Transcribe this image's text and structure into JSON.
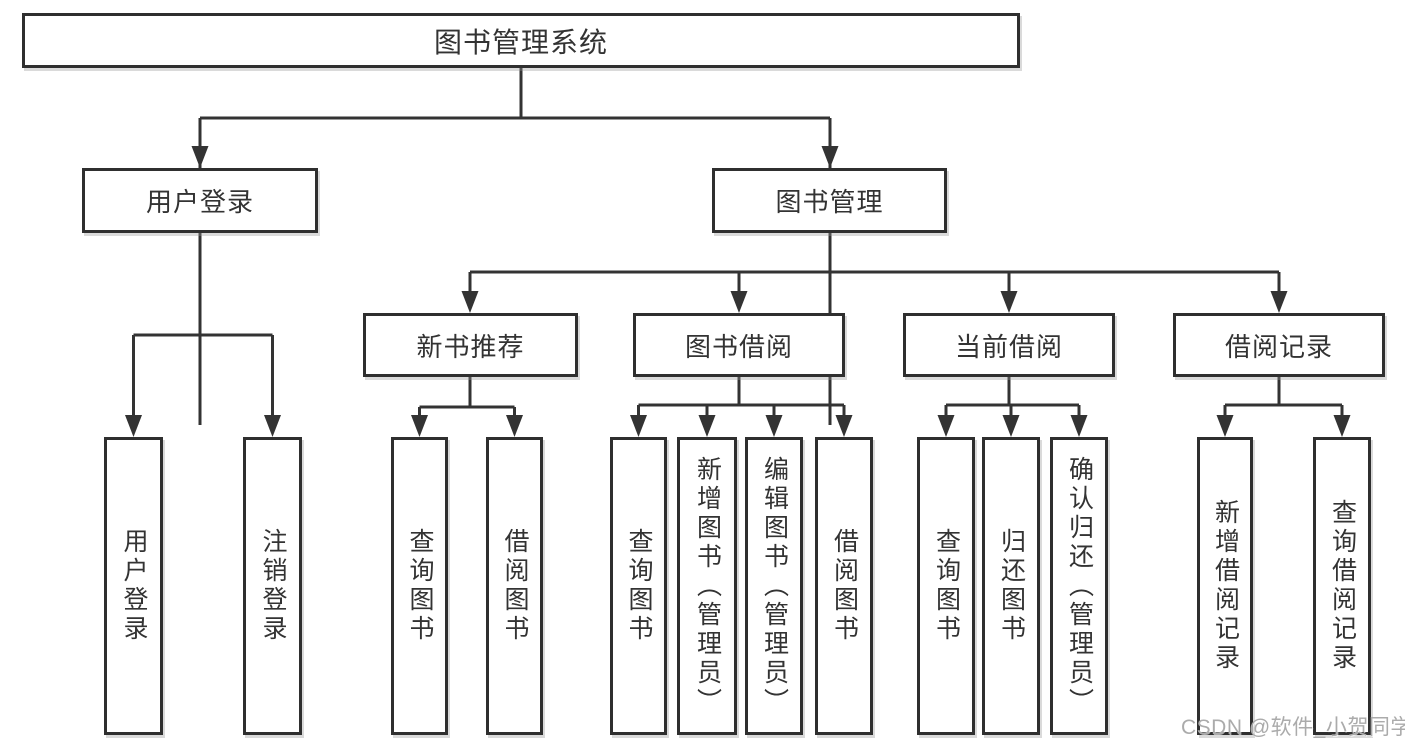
{
  "diagram": {
    "root": {
      "label": "图书管理系统"
    },
    "level1": [
      {
        "label": "用户登录"
      },
      {
        "label": "图书管理"
      }
    ],
    "level2": [
      {
        "label": "新书推荐",
        "parent": "图书管理"
      },
      {
        "label": "图书借阅",
        "parent": "图书管理"
      },
      {
        "label": "当前借阅",
        "parent": "图书管理"
      },
      {
        "label": "借阅记录",
        "parent": "图书管理"
      }
    ],
    "leaves": [
      {
        "label": "用户登录",
        "parent": "用户登录"
      },
      {
        "label": "注销登录",
        "parent": "用户登录"
      },
      {
        "label": "查询图书",
        "parent": "新书推荐"
      },
      {
        "label": "借阅图书",
        "parent": "新书推荐"
      },
      {
        "label": "查询图书",
        "parent": "图书借阅"
      },
      {
        "label": "新增图书（管理员）",
        "parent": "图书借阅"
      },
      {
        "label": "编辑图书（管理员）",
        "parent": "图书借阅"
      },
      {
        "label": "借阅图书",
        "parent": "图书借阅"
      },
      {
        "label": "查询图书",
        "parent": "当前借阅"
      },
      {
        "label": "归还图书",
        "parent": "当前借阅"
      },
      {
        "label": "确认归还（管理员）",
        "parent": "当前借阅"
      },
      {
        "label": "新增借阅记录",
        "parent": "借阅记录"
      },
      {
        "label": "查询借阅记录",
        "parent": "借阅记录"
      }
    ]
  },
  "colors": {
    "line": "#333333",
    "box_border": "#2f2f2f",
    "text": "#333333",
    "watermark_text": "#ababab"
  },
  "watermark": {
    "text": "CSDN @软件_小贺同学"
  }
}
